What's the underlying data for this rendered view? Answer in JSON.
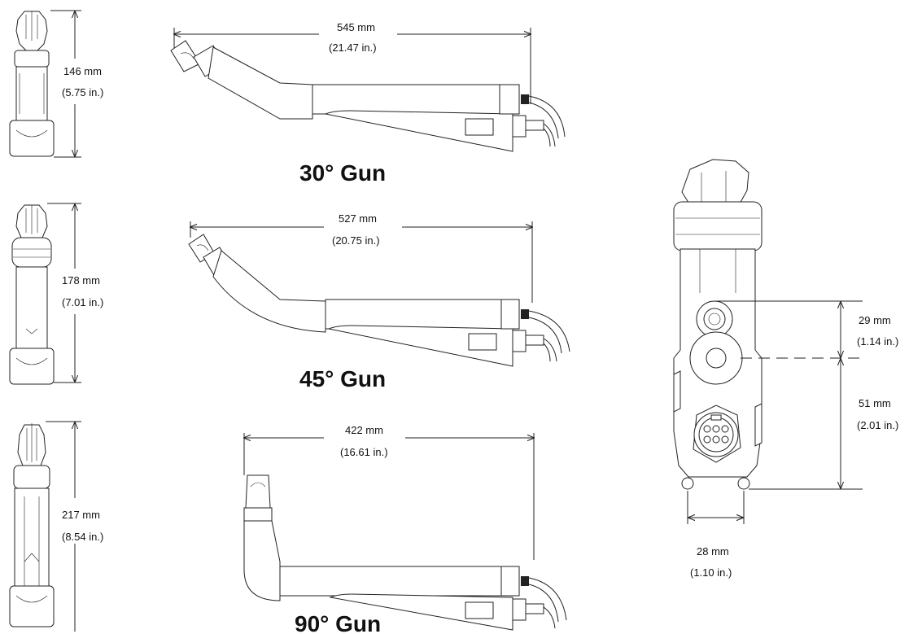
{
  "guns": [
    {
      "title": "30° Gun",
      "length_mm": "545 mm",
      "length_in": "(21.47 in.)",
      "end_mm": "146 mm",
      "end_in": "(5.75 in.)"
    },
    {
      "title": "45° Gun",
      "length_mm": "527 mm",
      "length_in": "(20.75 in.)",
      "end_mm": "178 mm",
      "end_in": "(7.01 in.)"
    },
    {
      "title": "90° Gun",
      "length_mm": "422 mm",
      "length_in": "(16.61 in.)",
      "end_mm": "217 mm",
      "end_in": "(8.54 in.)"
    }
  ],
  "rear_view": {
    "upper_mm": "29  mm",
    "upper_in": "(1.14 in.)",
    "lower_mm": "51 mm",
    "lower_in": "(2.01 in.)",
    "width_mm": "28 mm",
    "width_in": "(1.10 in.)"
  }
}
